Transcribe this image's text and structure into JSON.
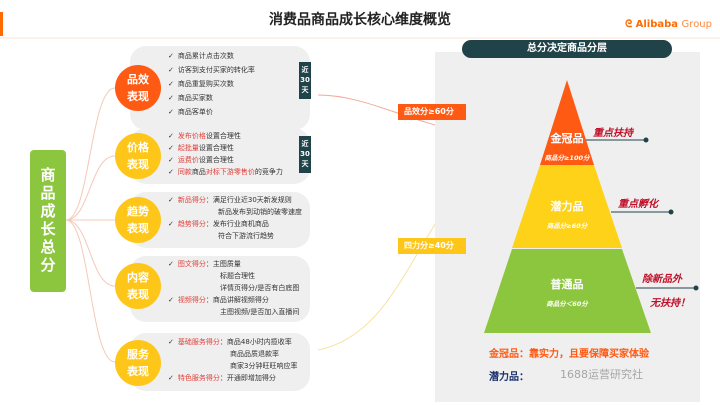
{
  "header": {
    "title": "消费品商品成长核心维度概览",
    "logo": "Alibaba",
    "logo_suffix": "Group"
  },
  "root": "商品成长总分",
  "groups": [
    {
      "name": "品效表现",
      "l1": "品效",
      "l2": "表现",
      "color": "#ff5a14",
      "tag": "近30天",
      "items": [
        "商品累计点击次数",
        "访客到支付买家的转化率",
        "商品重复购买次数",
        "商品买家数",
        "商品客单价"
      ]
    },
    {
      "name": "价格表现",
      "l1": "价格",
      "l2": "表现",
      "color": "#ffc61a",
      "tag": "近30天",
      "items": [
        {
          "hl": "发布价格",
          "rest": "设置合理性"
        },
        {
          "hl": "起批量",
          "rest": "设置合理性"
        },
        {
          "hl": "运费价",
          "rest": "设置合理性"
        },
        {
          "hl": "同款",
          "rest": "商品",
          "hl2": "对标下游零售价",
          "rest2": "的竞争力"
        }
      ]
    },
    {
      "name": "趋势表现",
      "l1": "趋势",
      "l2": "表现",
      "color": "#ffc61a",
      "items": [
        {
          "hl": "新品得分",
          "rest": "：满足行业近30天新发规则"
        },
        {
          "rest": "新品发布到动销的破零速度"
        },
        {
          "hl": "趋势得分",
          "rest": "：发布行业商机商品"
        },
        {
          "rest": "符合下游流行趋势"
        }
      ]
    },
    {
      "name": "内容表现",
      "l1": "内容",
      "l2": "表现",
      "color": "#ffc61a",
      "items": [
        {
          "hl": "图文得分",
          "rest": "：主图质量"
        },
        {
          "rest": "标题合理性"
        },
        {
          "rest": "详情页得分/是否有白底图"
        },
        {
          "hl": "视频得分",
          "rest": "：商品讲解视频得分"
        },
        {
          "rest": "主图视频/是否加入直播间"
        }
      ]
    },
    {
      "name": "服务表现",
      "l1": "服务",
      "l2": "表现",
      "color": "#ffc61a",
      "items": [
        {
          "hl": "基础服务得分",
          "rest": "：商品48小时内揽收率"
        },
        {
          "rest": "商品品质退款率"
        },
        {
          "rest": "商家3分钟旺旺响应率"
        },
        {
          "hl": "特色服务得分",
          "rest": "：开通即增加得分"
        }
      ]
    }
  ],
  "pyramid": {
    "title": "总分决定商品分层",
    "tiers": [
      {
        "name": "金冠品",
        "rule": "商品分≥100分",
        "color": "#ff5a14",
        "callout": "重点扶持"
      },
      {
        "name": "潜力品",
        "rule": "商品分≥60分",
        "color": "#ffd21a",
        "callout": "重点孵化"
      },
      {
        "name": "普通品",
        "rule": "商品分＜60分",
        "color": "#8cc63f",
        "callout1": "除新品外",
        "callout2": "无扶持！"
      }
    ],
    "labels": {
      "pinxiao": "品效分≥60分",
      "sili": "四力分≥40分"
    },
    "notes": {
      "gold": "金冠品：靠实力，且要保障买家体验",
      "potential": "潜力品："
    },
    "watermark": "1688运营研究社"
  }
}
